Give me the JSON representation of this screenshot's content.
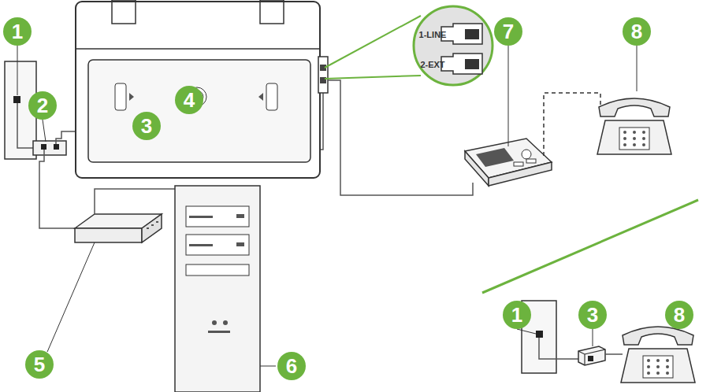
{
  "diagram": {
    "labels": [
      "1",
      "2",
      "3",
      "4",
      "5",
      "6",
      "7",
      "8",
      "1",
      "3",
      "8",
      "1-LINE",
      "2-EXT"
    ]
  }
}
